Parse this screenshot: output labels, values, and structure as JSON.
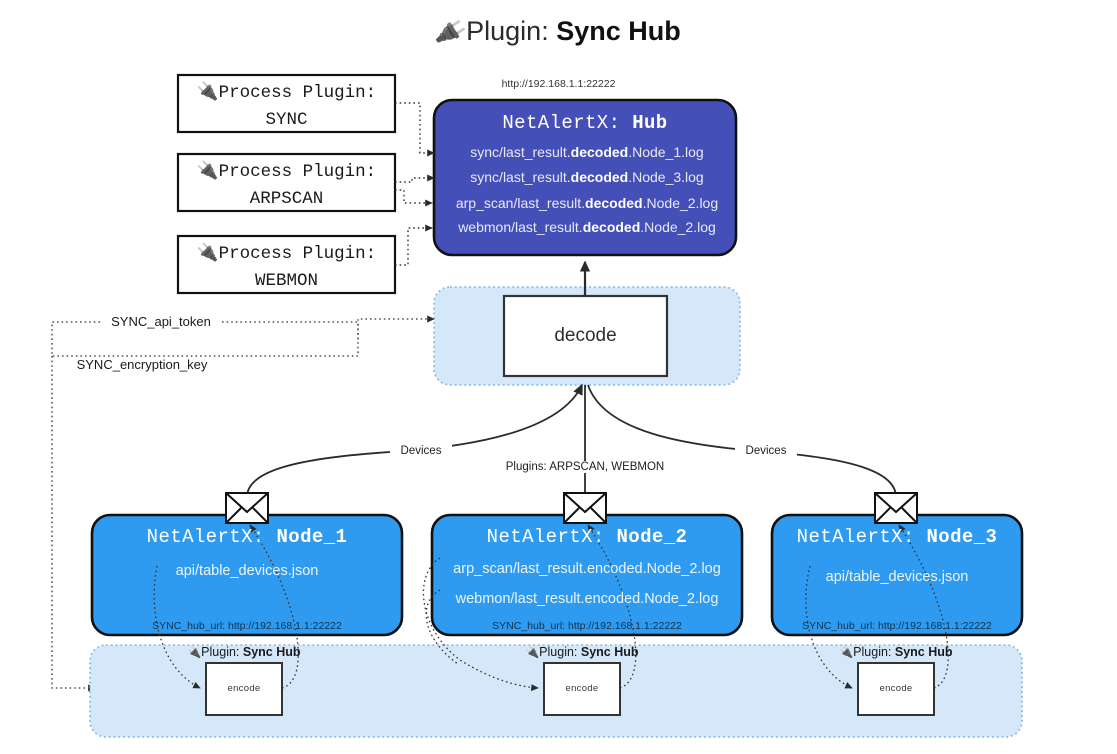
{
  "title": {
    "icon": "plug-icon",
    "prefix": "Plugin: ",
    "name": "Sync Hub"
  },
  "hub": {
    "url": "http://192.168.1.1:22222",
    "header_prefix": "NetAlertX: ",
    "header_name": "Hub",
    "color": "#454fb8",
    "logs": [
      {
        "pre": "sync/last_result.",
        "em": "decoded",
        "post": ".Node_1.log"
      },
      {
        "pre": "sync/last_result.",
        "em": "decoded",
        "post": ".Node_3.log"
      },
      {
        "pre": "arp_scan/last_result.",
        "em": "decoded",
        "post": ".Node_2.log"
      },
      {
        "pre": "webmon/last_result.",
        "em": "decoded",
        "post": ".Node_2.log"
      }
    ]
  },
  "process_plugins": [
    {
      "icon": "plug-icon",
      "label": "Process Plugin:",
      "name": "SYNC"
    },
    {
      "icon": "plug-icon",
      "label": "Process Plugin:",
      "name": "ARPSCAN"
    },
    {
      "icon": "plug-icon",
      "label": "Process Plugin:",
      "name": "WEBMON"
    }
  ],
  "decode": {
    "label": "decode",
    "container_color": "#d5e8f9"
  },
  "tokens": [
    {
      "label": "SYNC_api_token"
    },
    {
      "label": "SYNC_encryption_key"
    }
  ],
  "edge_labels": {
    "devices_left": "Devices",
    "plugins_center": "Plugins: ARPSCAN, WEBMON",
    "devices_right": "Devices"
  },
  "nodes": [
    {
      "header_prefix": "NetAlertX: ",
      "header_name": "Node_1",
      "color": "#2e9bf0",
      "lines": [
        "api/table_devices.json"
      ],
      "hub_url_label": "SYNC_hub_url: http://192.168.1.1:22222"
    },
    {
      "header_prefix": "NetAlertX: ",
      "header_name": "Node_2",
      "color": "#2e9bf0",
      "lines": [
        "arp_scan/last_result.encoded.Node_2.log",
        "webmon/last_result.encoded.Node_2.log"
      ],
      "hub_url_label": "SYNC_hub_url: http://192.168.1.1:22222"
    },
    {
      "header_prefix": "NetAlertX: ",
      "header_name": "Node_3",
      "color": "#2e9bf0",
      "lines": [
        "api/table_devices.json"
      ],
      "hub_url_label": "SYNC_hub_url: http://192.168.1.1:22222"
    }
  ],
  "encoders": [
    {
      "plugin_prefix": "Plugin: ",
      "plugin_name": "Sync Hub",
      "label": "encode",
      "icon": "plug-icon"
    },
    {
      "plugin_prefix": "Plugin: ",
      "plugin_name": "Sync Hub",
      "label": "encode",
      "icon": "plug-icon"
    },
    {
      "plugin_prefix": "Plugin: ",
      "plugin_name": "Sync Hub",
      "label": "encode",
      "icon": "plug-icon"
    }
  ]
}
